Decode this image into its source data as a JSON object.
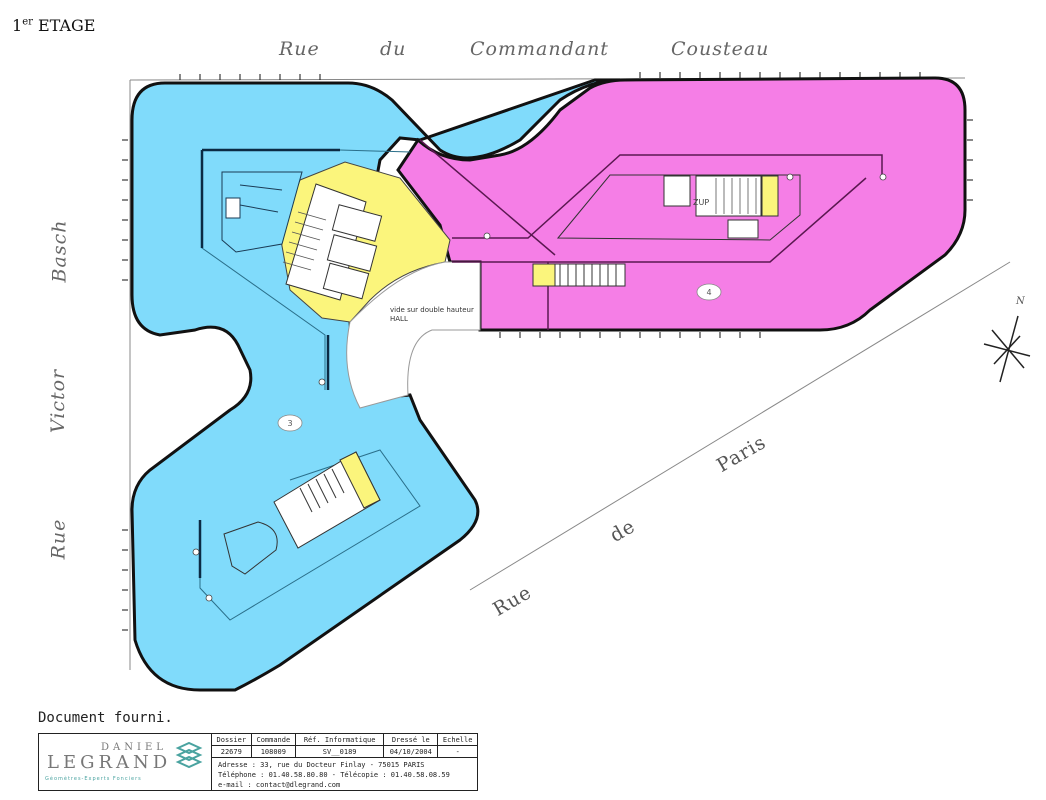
{
  "floor": {
    "number": "1",
    "ordinal_suffix": "er",
    "label": "ETAGE"
  },
  "streets": {
    "top": [
      "Rue",
      "du",
      "Commandant",
      "Cousteau"
    ],
    "left": [
      "Basch",
      "Victor",
      "Rue"
    ],
    "bottom_right": [
      "Rue",
      "de",
      "Paris"
    ]
  },
  "plan": {
    "zones": [
      {
        "id": "3",
        "color": "#80dbfb",
        "label": "3"
      },
      {
        "id": "4",
        "color": "#f57ee6",
        "label": "4"
      },
      {
        "id": "core",
        "color": "#fbf57c",
        "label": ""
      }
    ],
    "hall_label_line1": "vide sur double hauteur",
    "hall_label_line2": "HALL",
    "zup_label": "ZUP",
    "north_label": "N"
  },
  "document_note": "Document fourni.",
  "cartouche": {
    "logo": {
      "line1": "DANIEL",
      "line2": "LEGRAND",
      "tagline": "Géomètres-Experts Fonciers"
    },
    "headers": [
      "Dossier",
      "Commande",
      "Réf. Informatique",
      "Dressé le",
      "Echelle"
    ],
    "values": [
      "22679",
      "108009",
      "SV__0189",
      "04/10/2004",
      "-"
    ],
    "address": "Adresse : 33, rue du Docteur Finlay - 75015 PARIS",
    "phone": "Téléphone : 01.40.58.80.80  -  Télécopie : 01.40.58.08.59",
    "email": "e-mail : contact@dlegrand.com"
  }
}
